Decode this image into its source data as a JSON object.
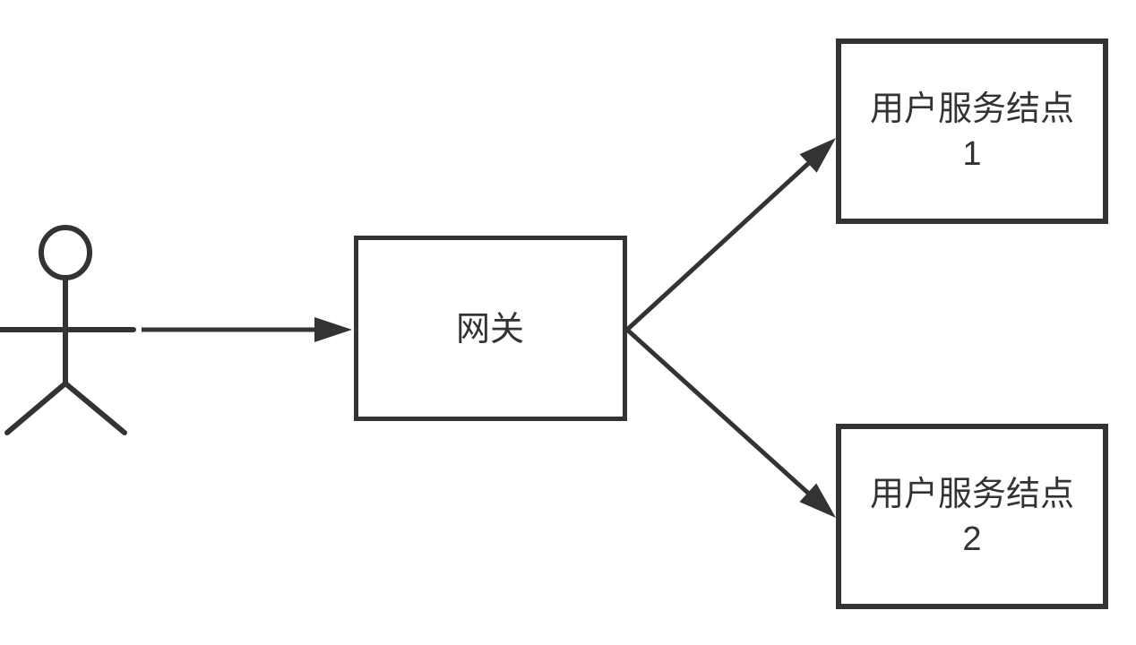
{
  "diagram": {
    "colors": {
      "background": "#ffffff",
      "stroke": "#333333",
      "text": "#333333"
    },
    "actor": {
      "icon": "stick-figure-actor"
    },
    "nodes": {
      "gateway": {
        "label": "网关"
      },
      "service1": {
        "label_line1": "用户服务结点",
        "label_line2": "1"
      },
      "service2": {
        "label_line1": "用户服务结点",
        "label_line2": "2"
      }
    },
    "edges": [
      {
        "id": "user-to-gateway",
        "from": "actor",
        "to": "gateway",
        "style": "solid-arrow"
      },
      {
        "id": "gateway-to-service1",
        "from": "gateway",
        "to": "service1",
        "style": "solid-arrow"
      },
      {
        "id": "gateway-to-service2",
        "from": "gateway",
        "to": "service2",
        "style": "solid-arrow"
      }
    ]
  }
}
